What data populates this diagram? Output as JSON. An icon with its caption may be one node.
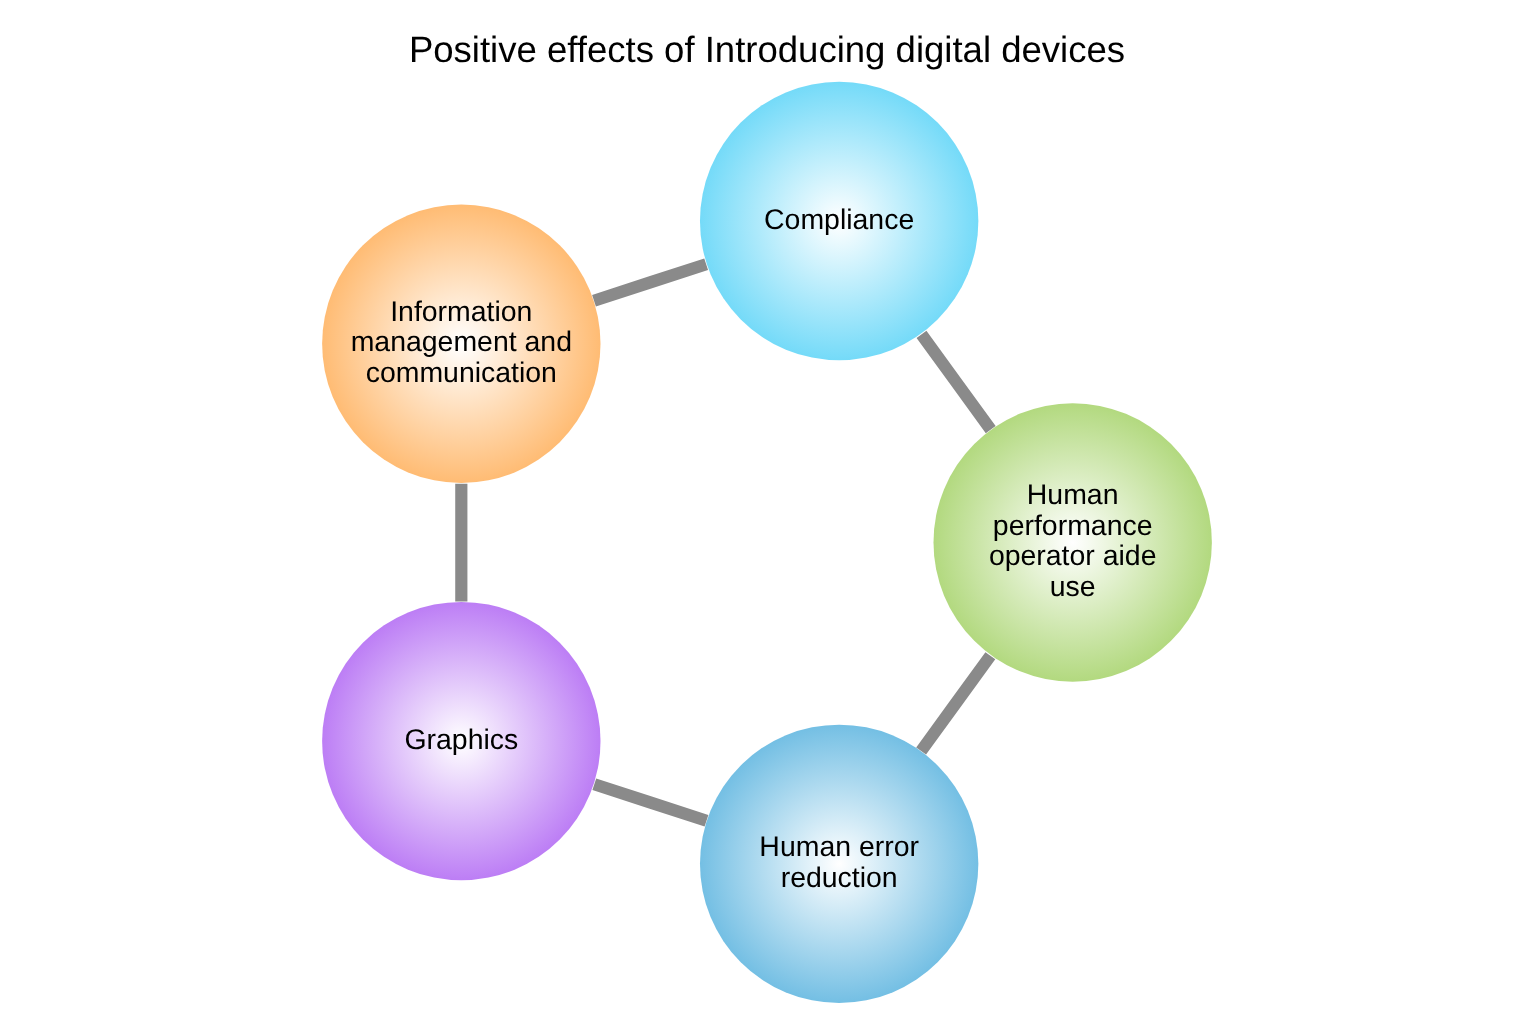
{
  "diagram": {
    "title": "Positive effects of Introducing digital devices",
    "nodes": [
      {
        "text": [
          "Human error reduction"
        ]
      },
      {
        "text": [
          "Graphics"
        ]
      },
      {
        "text": [
          "Human performance operator aide use"
        ]
      },
      {
        "text": [
          "Information management and communication"
        ]
      },
      {
        "text": [
          "Compliance"
        ]
      }
    ],
    "edges": [
      {
        "from": 2,
        "to": 0,
        "arrow": "none"
      },
      {
        "from": 0,
        "to": 1,
        "arrow": "none"
      },
      {
        "from": 1,
        "to": 3,
        "arrow": "none"
      },
      {
        "from": 3,
        "to": 4,
        "arrow": "none"
      },
      {
        "from": 4,
        "to": 2,
        "arrow": "none"
      }
    ]
  }
}
